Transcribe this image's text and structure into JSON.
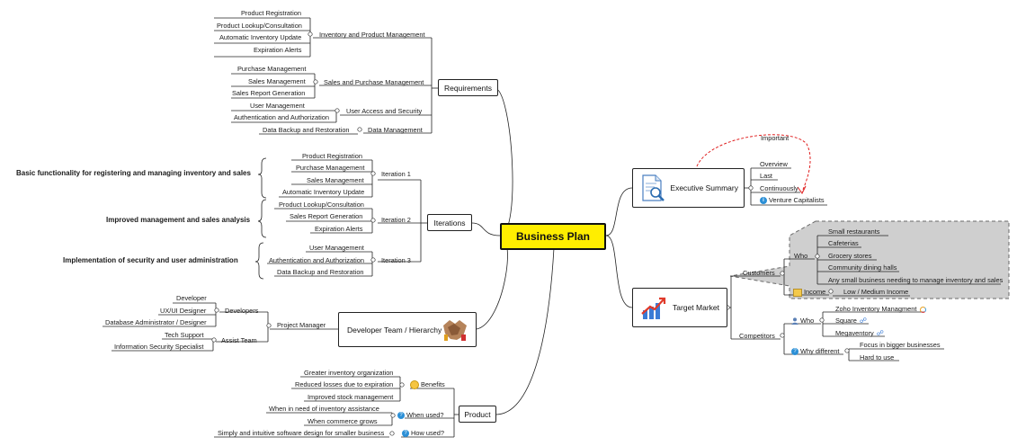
{
  "root": "Business Plan",
  "requirements": {
    "label": "Requirements",
    "inventory": {
      "label": "Inventory and Product Management",
      "items": [
        "Product Registration",
        "Product Lookup/Consultation",
        "Automatic Inventory Update",
        "Expiration Alerts"
      ]
    },
    "sales": {
      "label": "Sales and Purchase Management",
      "items": [
        "Purchase Management",
        "Sales Management",
        "Sales Report Generation"
      ]
    },
    "access": {
      "label": "User Access and Security",
      "items": [
        "User Management",
        "Authentication and Authorization"
      ]
    },
    "data": {
      "label": "Data Management",
      "items": [
        "Data Backup and Restoration"
      ]
    }
  },
  "iterations": {
    "label": "Iterations",
    "it1": {
      "label": "Iteration 1",
      "summary": "Basic functionality for registering and managing inventory and sales",
      "items": [
        "Product Registration",
        "Purchase Management",
        "Sales Management",
        "Automatic Inventory Update"
      ]
    },
    "it2": {
      "label": "Iteration 2",
      "summary": "Improved management and sales analysis",
      "items": [
        "Product Lookup/Consultation",
        "Sales Report Generation",
        "Expiration Alerts"
      ]
    },
    "it3": {
      "label": "Iteration 3",
      "summary": "Implementation of security and user administration",
      "items": [
        "User Management",
        "Authentication and Authorization",
        "Data Backup and Restoration"
      ]
    }
  },
  "team": {
    "label": "Developer Team / Hierarchy",
    "pm": "Project Manager",
    "developers": {
      "label": "Developers",
      "items": [
        "Developer",
        "UX/UI Designer",
        "Database Administrator / Designer"
      ]
    },
    "assist": {
      "label": "Assist Team",
      "items": [
        "Tech Support",
        "Information Security Specialist"
      ]
    }
  },
  "product": {
    "label": "Product",
    "benefits": {
      "label": "Benefits",
      "items": [
        "Greater inventory organization",
        "Reduced losses due to expiration",
        "Improved stock management"
      ]
    },
    "when": {
      "label": "When used?",
      "items": [
        "When in need of inventory assistance",
        "When commerce grows"
      ]
    },
    "how": {
      "label": "How used?",
      "items": [
        "Simply and intuitive software design for smaller business"
      ]
    }
  },
  "executive": {
    "label": "Executive Summary",
    "items": [
      "Overview",
      "Last",
      "Continuously",
      "Venture Capitalists"
    ],
    "relation": "Important"
  },
  "target": {
    "label": "Target Market",
    "customers": "Customers",
    "who": "Who",
    "who_items": [
      "Small restaurants",
      "Cafeterias",
      "Grocery stores",
      "Community dining halls",
      "Any small business needing to manage inventory and sales"
    ],
    "income": "Income",
    "income_value": "Low / Medium Income",
    "competitors": "Competitors",
    "comp_who": "Who",
    "comp_who_items": [
      "Zoho Inventory Managment",
      "Square",
      "Megaventory"
    ],
    "why": "Why different",
    "why_items": [
      "Focus in bigger businesses",
      "Hard to use"
    ]
  },
  "colors": {
    "root_fill": "#ffee00",
    "relation": "#e02020",
    "boundary": "#c8c8c8",
    "info": "#2b8fd6"
  }
}
